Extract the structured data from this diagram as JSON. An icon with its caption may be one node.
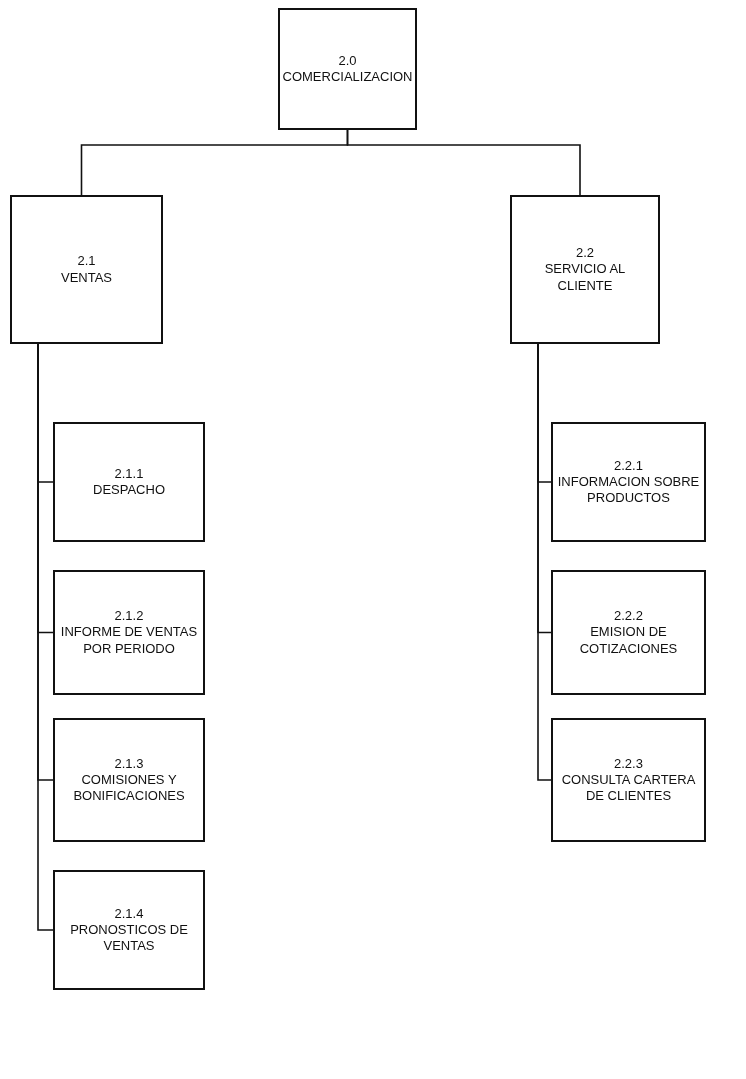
{
  "diagram": {
    "nodes": [
      {
        "text": [
          "2.0",
          "COMERCIALIZACION"
        ]
      },
      {
        "text": [
          "2.1",
          "VENTAS"
        ]
      },
      {
        "text": [
          "2.2",
          "SERVICIO AL CLIENTE"
        ]
      },
      {
        "text": [
          "2.1.1",
          "DESPACHO"
        ]
      },
      {
        "text": [
          "2.1.2",
          "INFORME DE VENTAS POR PERIODO"
        ]
      },
      {
        "text": [
          "2.1.3",
          "COMISIONES Y BONIFICACIONES"
        ]
      },
      {
        "text": [
          "2.1.4",
          "PRONOSTICOS DE VENTAS"
        ]
      },
      {
        "text": [
          "2.2.1",
          "INFORMACION SOBRE PRODUCTOS"
        ]
      },
      {
        "text": [
          "2.2.2",
          "EMISION DE COTIZACIONES"
        ]
      },
      {
        "text": [
          "2.2.3",
          "CONSULTA CARTERA DE CLIENTES"
        ]
      }
    ],
    "edges": [
      {
        "from": 0,
        "to": 1,
        "arrow": "none"
      },
      {
        "from": 0,
        "to": 2,
        "arrow": "none"
      },
      {
        "from": 1,
        "to": 3,
        "arrow": "none"
      },
      {
        "from": 1,
        "to": 4,
        "arrow": "none"
      },
      {
        "from": 1,
        "to": 5,
        "arrow": "none"
      },
      {
        "from": 1,
        "to": 6,
        "arrow": "none"
      },
      {
        "from": 2,
        "to": 7,
        "arrow": "none"
      },
      {
        "from": 2,
        "to": 8,
        "arrow": "none"
      },
      {
        "from": 2,
        "to": 9,
        "arrow": "none"
      }
    ]
  }
}
